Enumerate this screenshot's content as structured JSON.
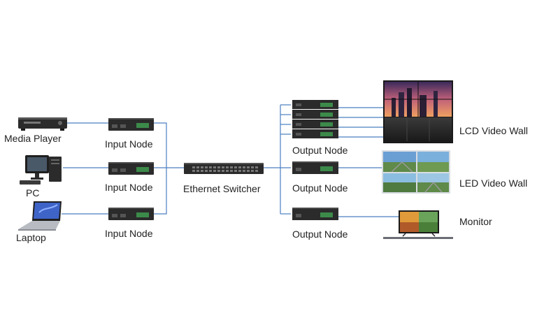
{
  "sources": [
    {
      "label": "Media Player",
      "icon": "media-player-icon"
    },
    {
      "label": "PC",
      "icon": "desktop-pc-icon"
    },
    {
      "label": "Laptop",
      "icon": "laptop-icon"
    }
  ],
  "input_nodes": [
    {
      "label": "Input Node"
    },
    {
      "label": "Input Node"
    },
    {
      "label": "Input Node"
    }
  ],
  "switch": {
    "label": "Ethernet Switcher",
    "icon": "ethernet-switch-icon"
  },
  "output_nodes": [
    {
      "label": "Output Node"
    },
    {
      "label": "Output Node"
    },
    {
      "label": "Output Node"
    }
  ],
  "displays": [
    {
      "label": "LCD Video Wall",
      "icon": "lcd-video-wall-icon"
    },
    {
      "label": "LED Video Wall",
      "icon": "led-video-wall-icon"
    },
    {
      "label": "Monitor",
      "icon": "monitor-icon"
    }
  ],
  "colors": {
    "link": "#4a7fc1",
    "device": "#2b2b2b",
    "label": "#222222"
  }
}
